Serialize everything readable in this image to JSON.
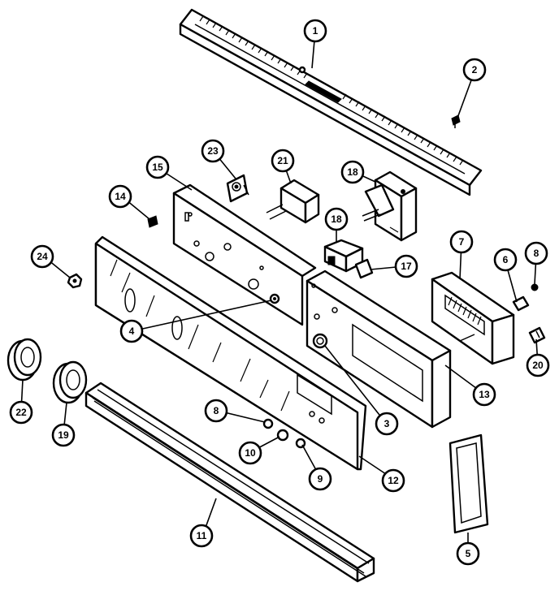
{
  "diagram": {
    "callouts": [
      {
        "id": "c1",
        "label": "1"
      },
      {
        "id": "c2",
        "label": "2"
      },
      {
        "id": "c23",
        "label": "23"
      },
      {
        "id": "c21",
        "label": "21"
      },
      {
        "id": "c18a",
        "label": "18"
      },
      {
        "id": "c15",
        "label": "15"
      },
      {
        "id": "c14",
        "label": "14"
      },
      {
        "id": "c18b",
        "label": "18"
      },
      {
        "id": "c7",
        "label": "7"
      },
      {
        "id": "c6",
        "label": "6"
      },
      {
        "id": "c8a",
        "label": "8"
      },
      {
        "id": "c17",
        "label": "17"
      },
      {
        "id": "c24",
        "label": "24"
      },
      {
        "id": "c4",
        "label": "4"
      },
      {
        "id": "c20",
        "label": "20"
      },
      {
        "id": "c13",
        "label": "13"
      },
      {
        "id": "c22",
        "label": "22"
      },
      {
        "id": "c19",
        "label": "19"
      },
      {
        "id": "c8b",
        "label": "8"
      },
      {
        "id": "c3",
        "label": "3"
      },
      {
        "id": "c10",
        "label": "10"
      },
      {
        "id": "c9",
        "label": "9"
      },
      {
        "id": "c12",
        "label": "12"
      },
      {
        "id": "c11",
        "label": "11"
      },
      {
        "id": "c5",
        "label": "5"
      }
    ]
  }
}
